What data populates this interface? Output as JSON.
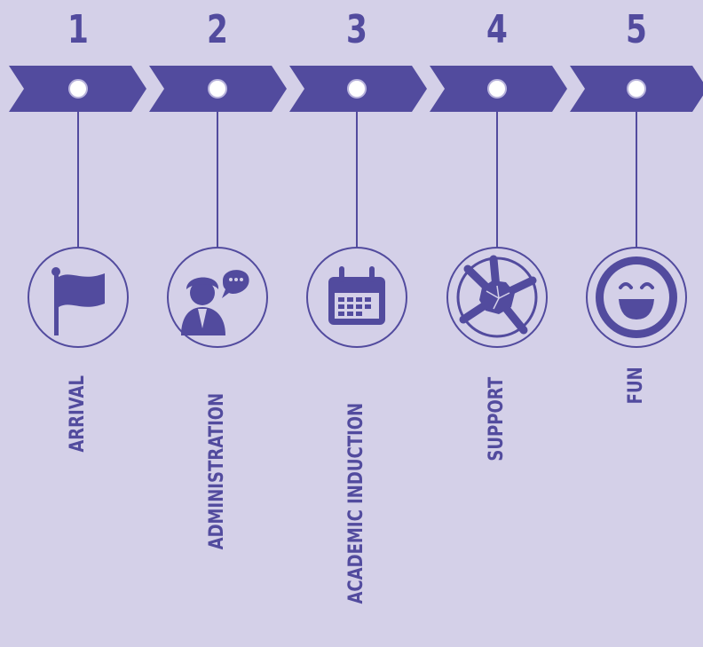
{
  "colors": {
    "background": "#d4d0e8",
    "accent": "#524b9e",
    "node_fill": "#ffffff"
  },
  "steps": [
    {
      "number": "1",
      "label": "ARRIVAL",
      "icon": "flag-icon"
    },
    {
      "number": "2",
      "label": "ADMINISTRATION",
      "icon": "person-speech-bubble-icon"
    },
    {
      "number": "3",
      "label": "ACADEMIC INDUCTION",
      "icon": "calendar-icon"
    },
    {
      "number": "4",
      "label": "SUPPORT",
      "icon": "joined-hands-icon"
    },
    {
      "number": "5",
      "label": "FUN",
      "icon": "smiley-face-icon"
    }
  ]
}
